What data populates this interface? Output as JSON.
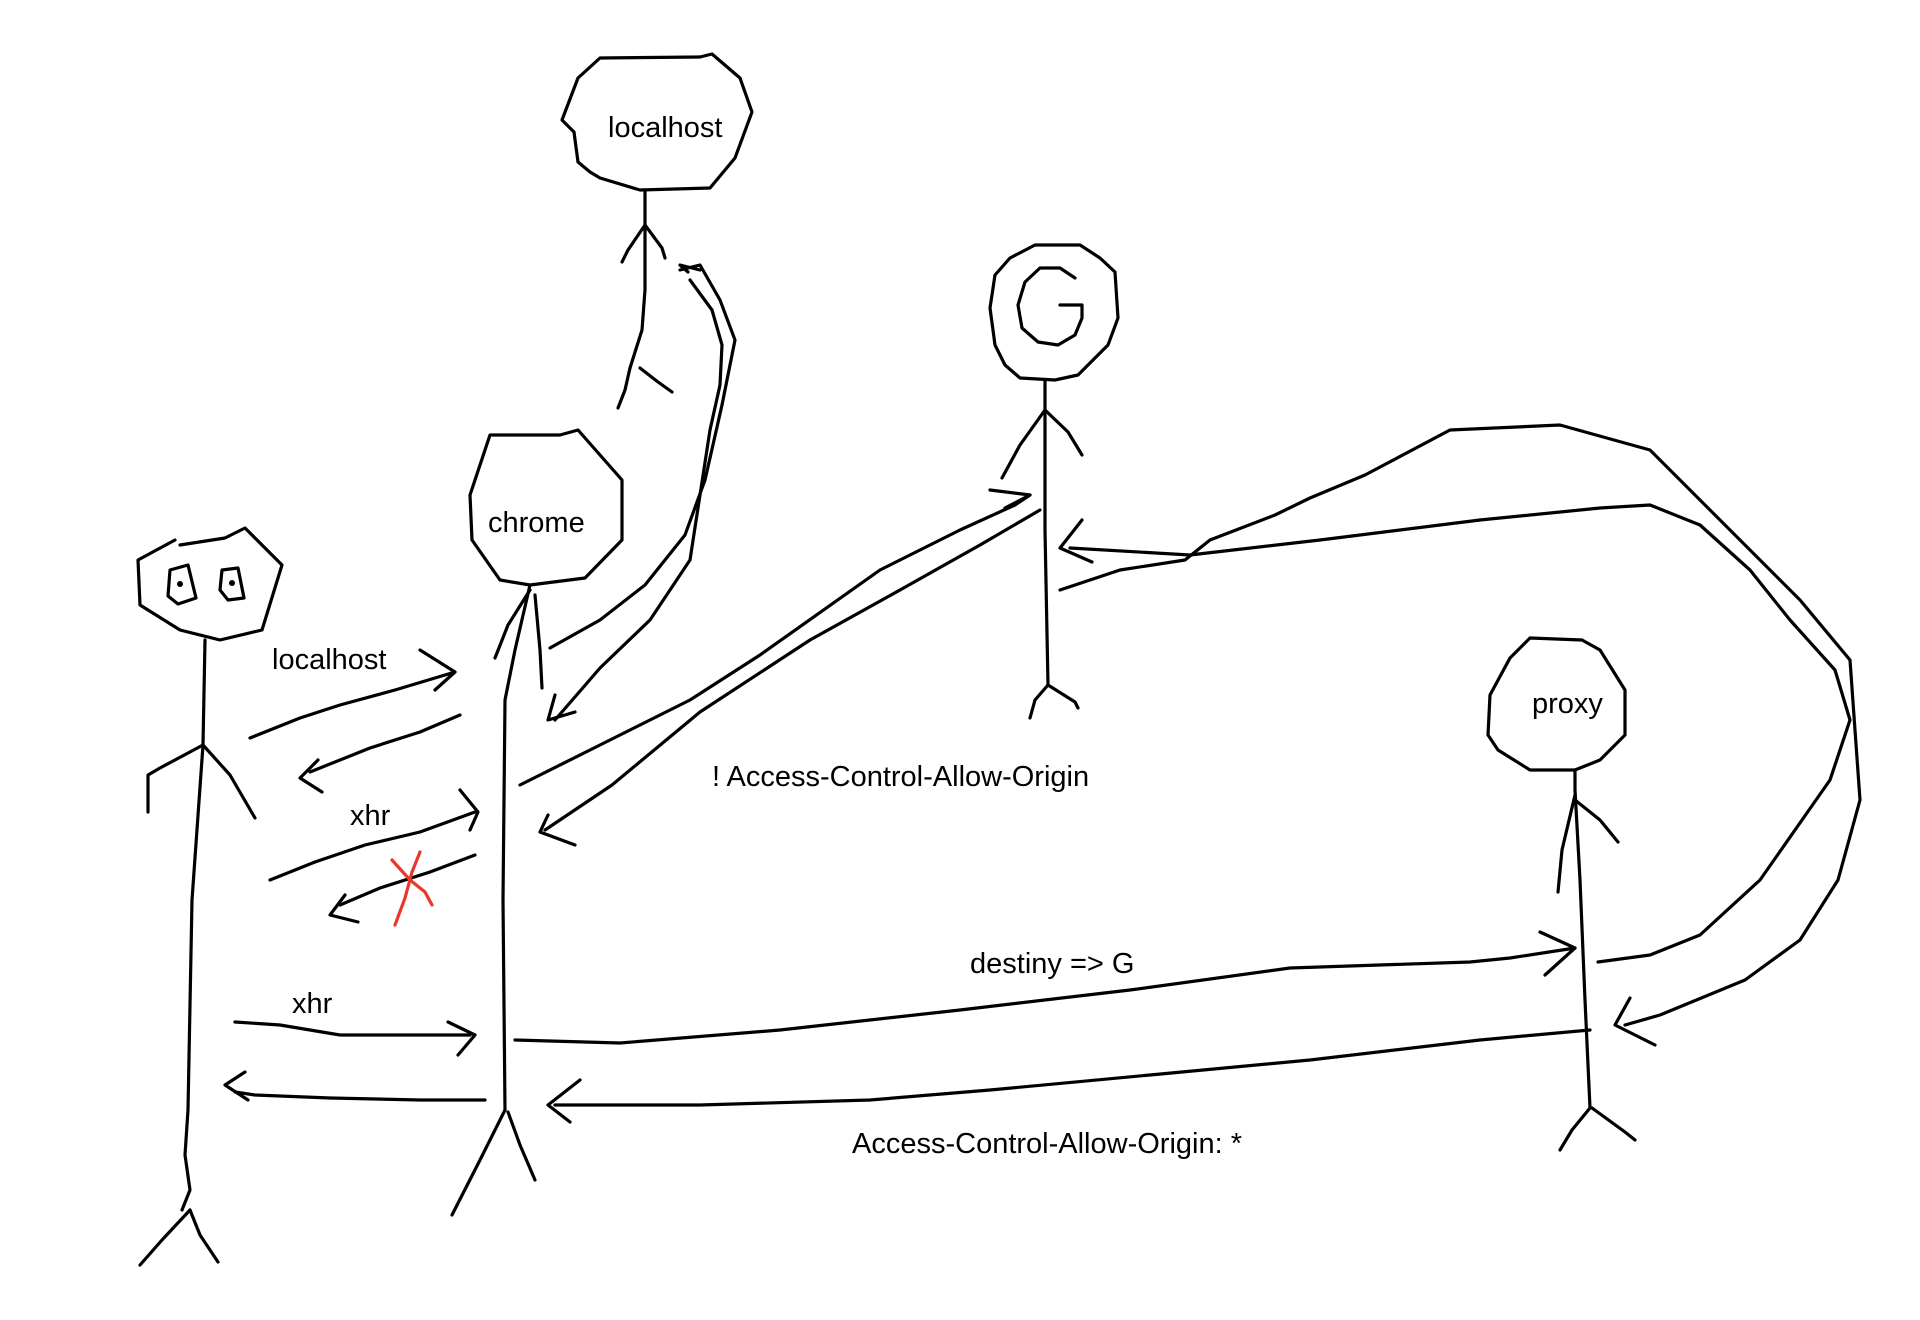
{
  "nodes": {
    "localhost_server": {
      "label": "localhost"
    },
    "chrome": {
      "label": "chrome"
    },
    "google": {
      "label": "G"
    },
    "proxy": {
      "label": "proxy"
    },
    "user": {
      "label": ""
    }
  },
  "edges": {
    "user_to_chrome_localhost": {
      "label": "localhost"
    },
    "user_to_chrome_xhr_blocked": {
      "label": "xhr"
    },
    "user_to_chrome_xhr_proxy": {
      "label": "xhr"
    },
    "chrome_to_google_response_note": {
      "label": "! Access-Control-Allow-Origin"
    },
    "chrome_to_proxy": {
      "label": "destiny => G"
    },
    "proxy_to_chrome_response": {
      "label": "Access-Control-Allow-Origin: *"
    }
  },
  "colors": {
    "ink": "#000000",
    "blocked_mark": "#e8382b",
    "background": "#ffffff"
  }
}
